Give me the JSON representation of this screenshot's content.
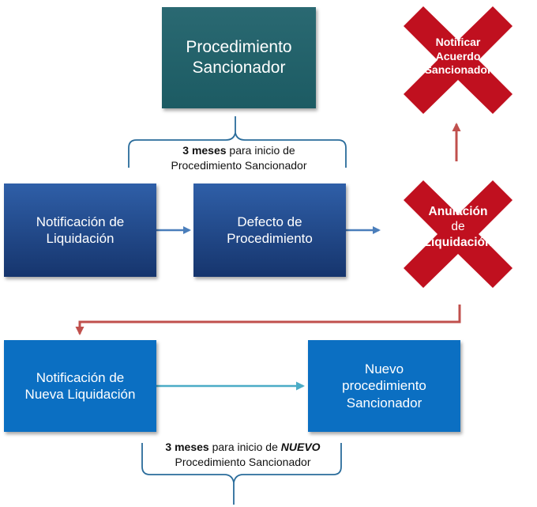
{
  "diagram": {
    "boxes": {
      "procedimiento": {
        "line1": "Procedimiento",
        "line2": "Sancionador"
      },
      "notificacion": {
        "line1": "Notificación de",
        "line2": "Liquidación"
      },
      "defecto": {
        "line1": "Defecto de",
        "line2": "Procedimiento"
      },
      "nueva_notificacion": {
        "line1": "Notificación de",
        "line2": "Nueva Liquidación"
      },
      "nuevo_procedimiento": {
        "line1": "Nuevo",
        "line2": "procedimiento",
        "line3": "Sancionador"
      }
    },
    "crossed": {
      "notificar": {
        "line1": "Notificar",
        "line2": "Acuerdo",
        "line3": "Sancionador"
      },
      "anulacion": {
        "line1": "Anulación",
        "line2": "de",
        "line3": "Liquidación"
      }
    },
    "brace_labels": {
      "top": {
        "bold": "3 meses",
        "rest": " para inicio de",
        "line2": "Procedimiento Sancionador"
      },
      "bottom": {
        "bold": "3 meses",
        "rest": " para inicio de ",
        "emph": "NUEVO",
        "line2": "Procedimiento Sancionador"
      }
    },
    "colors": {
      "teal_box": "#1c5b63",
      "dark_blue_box": "#16356d",
      "bright_blue_box": "#0b6fc2",
      "cross_red": "#c0101f",
      "blue_arrow": "#4a7ebb",
      "cyan_arrow": "#4bacc6",
      "red_arrow": "#c0504d"
    }
  }
}
